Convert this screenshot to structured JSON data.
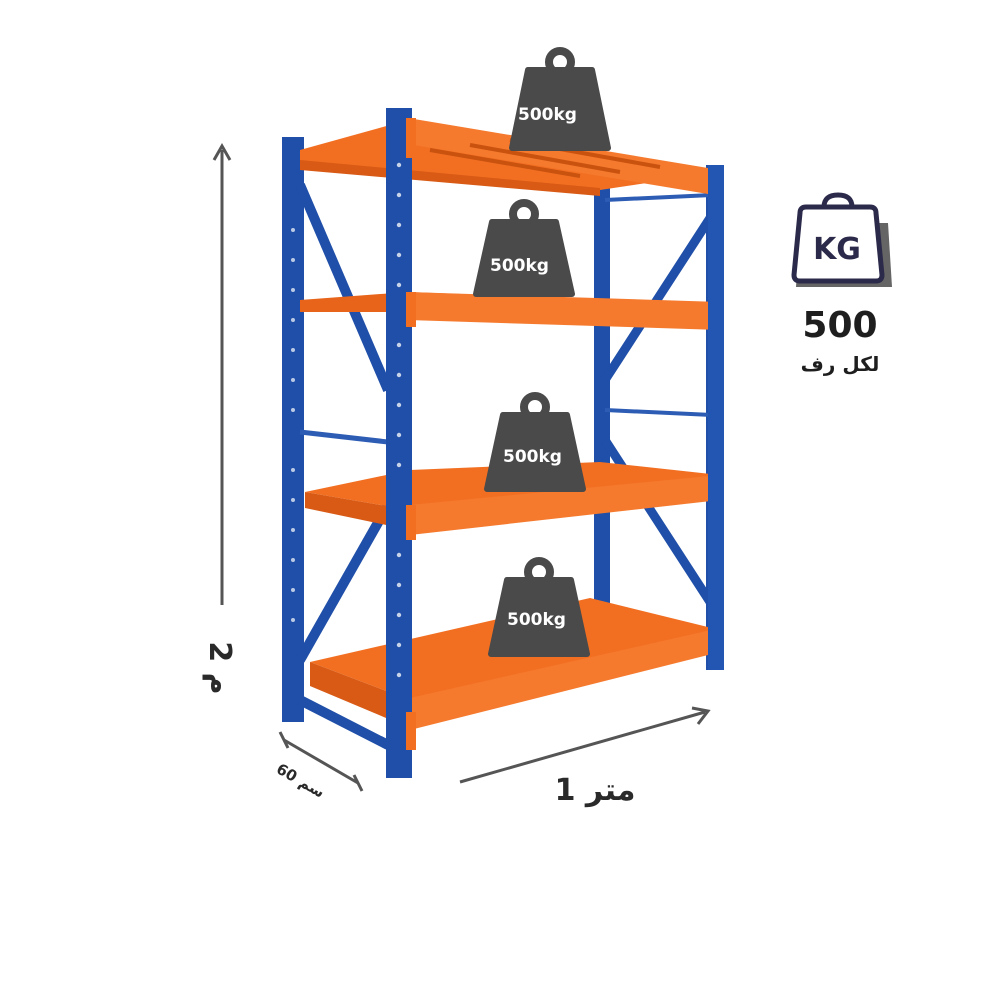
{
  "weights": {
    "label": "500kg"
  },
  "dimensions": {
    "height_label": "2 م",
    "width_label": "1 متر",
    "depth_label": "60 سم"
  },
  "capacity": {
    "badge_text": "KG",
    "value": "500",
    "caption": "لكل رف"
  },
  "colors": {
    "frame_blue": "#1f4fa8",
    "shelf_orange": "#f26f22",
    "weight_gray": "#4a4a4a",
    "arrow_gray": "#555555"
  }
}
